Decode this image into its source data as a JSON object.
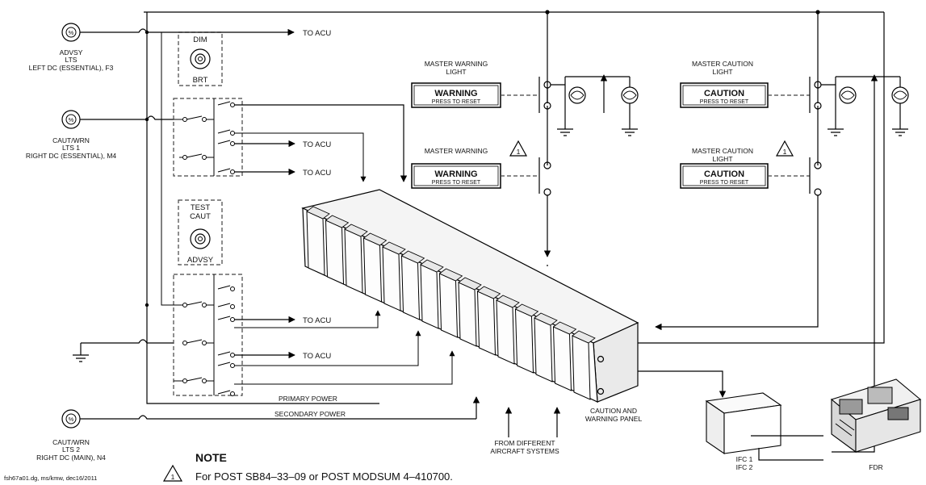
{
  "breakers": [
    {
      "name": "ADVSY",
      "line2": "LTS",
      "line3": "LEFT DC (ESSENTIAL), F3"
    },
    {
      "name": "CAUT/WRN",
      "line2": "LTS 1",
      "line3": "RIGHT DC (ESSENTIAL), M4"
    },
    {
      "name": "CAUT/WRN",
      "line2": "LTS 2",
      "line3": "RIGHT DC (MAIN), N4"
    }
  ],
  "switches": {
    "dim_label": "DIM",
    "brt_label": "BRT",
    "test_label": "TEST",
    "caut_label": "CAUT",
    "advsy_label": "ADVSY"
  },
  "to_acu": [
    "TO ACU",
    "TO ACU",
    "TO ACU",
    "TO ACU",
    "TO ACU"
  ],
  "lights": [
    {
      "title": [
        "MASTER WARNING",
        "LIGHT"
      ],
      "button": "WARNING",
      "sub": "PRESS TO RESET"
    },
    {
      "title": [
        "MASTER WARNING"
      ],
      "button": "WARNING",
      "sub": "PRESS TO RESET"
    },
    {
      "title": [
        "MASTER CAUTION",
        "LIGHT"
      ],
      "button": "CAUTION",
      "sub": "PRESS TO RESET"
    },
    {
      "title": [
        "MASTER CAUTION",
        "LIGHT"
      ],
      "button": "CAUTION",
      "sub": "PRESS TO RESET"
    }
  ],
  "note_marker": "1",
  "power": {
    "primary": "PRIMARY POWER",
    "secondary": "SECONDARY POWER"
  },
  "panel_label": [
    "CAUTION AND",
    "WARNING PANEL"
  ],
  "from_systems": [
    "FROM DIFFERENT",
    "AIRCRAFT SYSTEMS"
  ],
  "ifc_labels": [
    "IFC 1",
    "IFC 2"
  ],
  "fdr_label": "FDR",
  "note": {
    "title": "NOTE",
    "text": "For POST SB84–33–09 or POST MODSUM 4–410700."
  },
  "ref": "fsh67a01.dg, ms/kmw, dec16/2011"
}
